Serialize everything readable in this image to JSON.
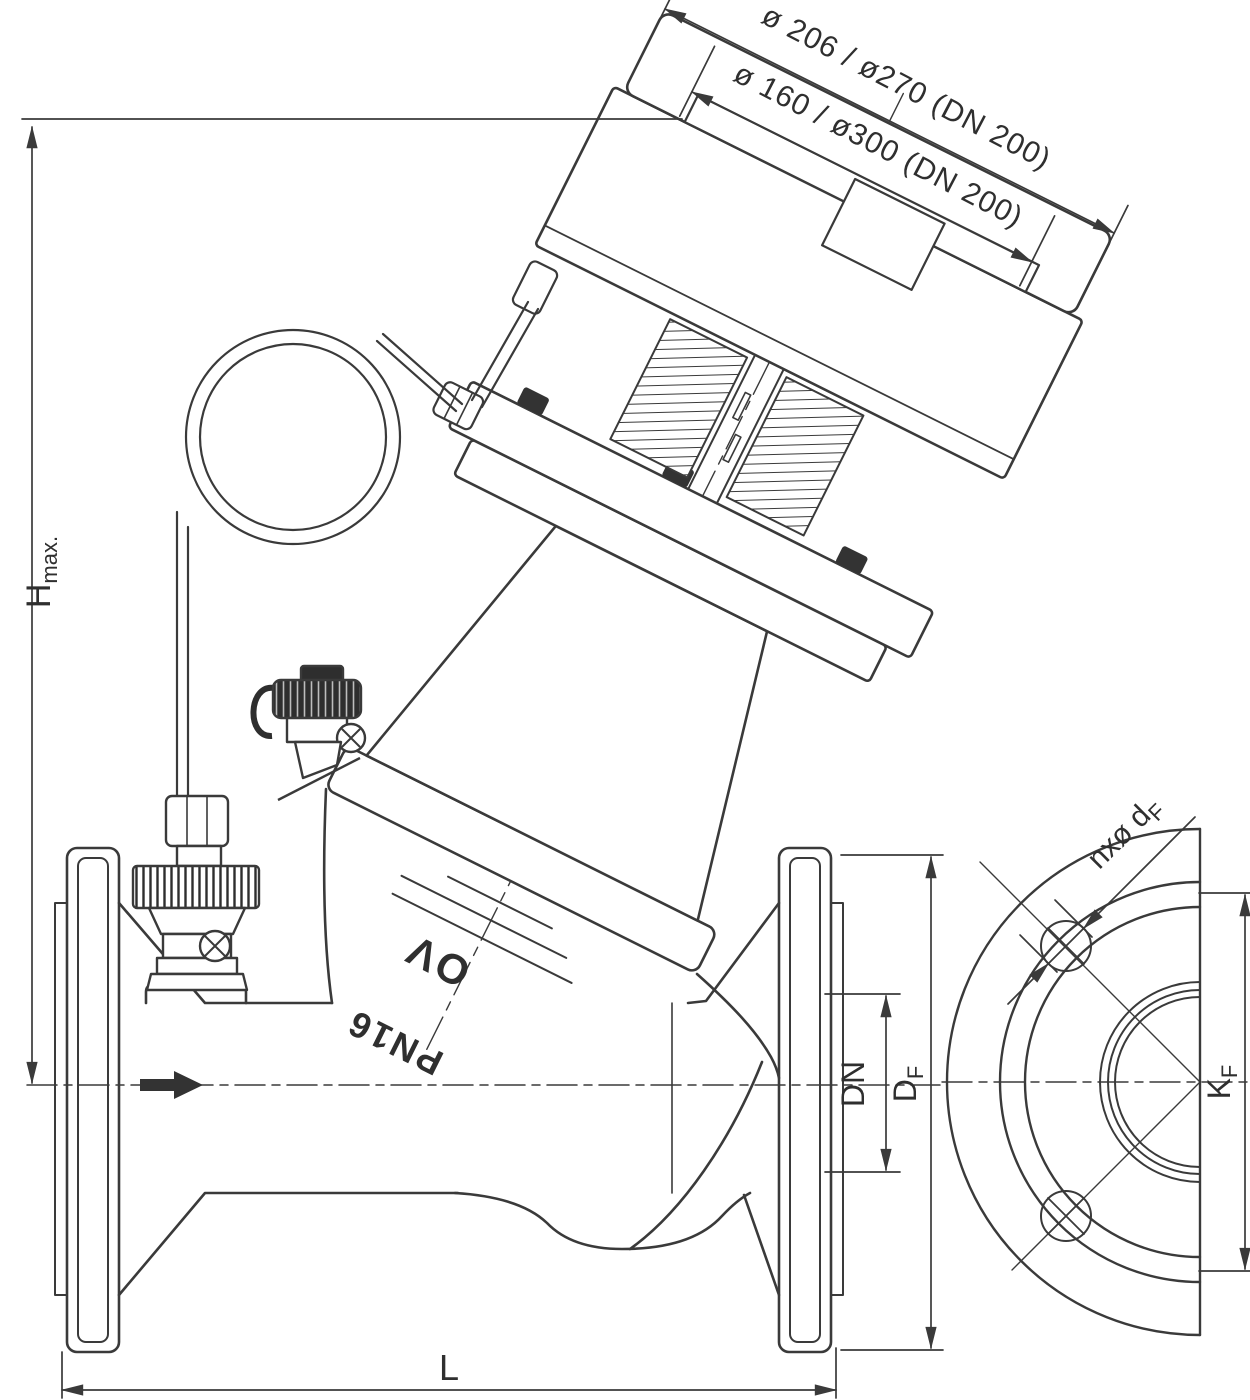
{
  "drawing": {
    "dimensions": {
      "top_diameter_1": "ø 206 / ø270 (DN 200)",
      "top_diameter_2": "ø 160 / ø300 (DN 200)",
      "height_main": "H",
      "height_sub": "max.",
      "bolt_holes_main": "nxø d",
      "bolt_holes_sub": "F",
      "nominal_diameter": "DN",
      "flange_od_main": "D",
      "flange_od_sub": "F",
      "bolt_circle_main": "K",
      "bolt_circle_sub": "F",
      "face_to_face": "L"
    },
    "markings": {
      "pressure_rating": "PN16",
      "manufacturer": "OV"
    },
    "colors": {
      "line": "#3a3a3a",
      "dark_fill": "#333333"
    }
  }
}
